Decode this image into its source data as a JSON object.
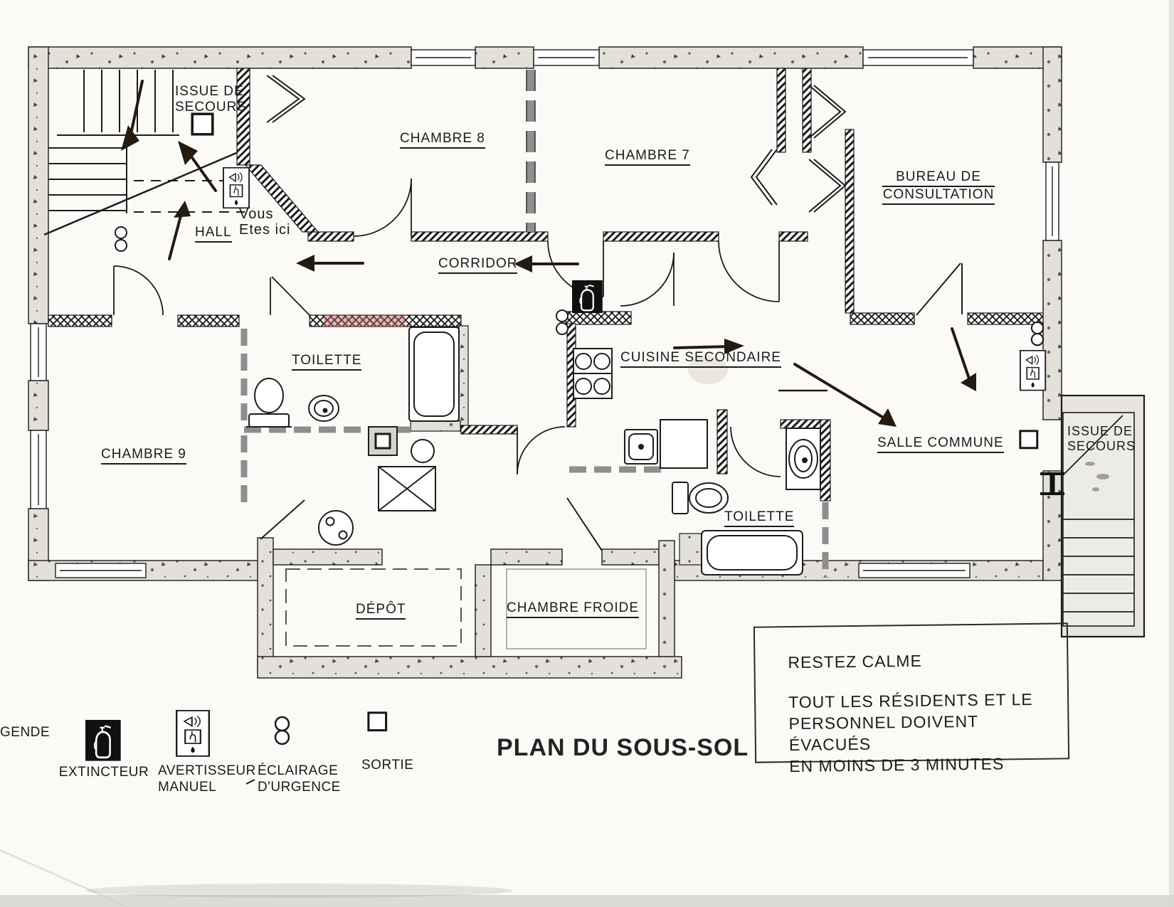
{
  "title": "PLAN DU SOUS-SOL",
  "rooms": {
    "hall": "HALL",
    "chambre8": "CHAMBRE 8",
    "chambre7": "CHAMBRE 7",
    "bureau_l1": "BUREAU DE",
    "bureau_l2": "CONSULTATION",
    "corridor": "CORRIDOR",
    "toilette_nord": "TOILETTE",
    "chambre9": "CHAMBRE 9",
    "cuisine": "CUISINE SECONDAIRE",
    "salle_commune": "SALLE COMMUNE",
    "toilette_sud": "TOILETTE",
    "depot": "DÉPÔT",
    "chambre_froide": "CHAMBRE FROIDE"
  },
  "annotations": {
    "issue_top_l1": "ISSUE DE",
    "issue_top_l2": "SECOURS",
    "issue_right_l1": "ISSUE DE",
    "issue_right_l2": "SECOURS",
    "you_are_here_l1": "Vous",
    "you_are_here_l2": "Etes ici"
  },
  "notice": {
    "line1": "RESTEZ CALME",
    "line2": "TOUT LES RÉSIDENTS ET LE",
    "line3": "PERSONNEL DOIVENT ÉVACUÉS",
    "line4": "EN MOINS DE 3 MINUTES"
  },
  "legend": {
    "heading": "GENDE",
    "extincteur": "EXTINCTEUR",
    "avertisseur_l1": "AVERTISSEUR",
    "avertisseur_l2": "MANUEL",
    "eclairage_l1": "ÉCLAIRAGE",
    "eclairage_l2": "D'URGENCE",
    "sortie": "SORTIE"
  },
  "colors": {
    "paper": "#fbfaf7",
    "wall_concrete": "#e3e0da",
    "ink": "#1c1c1c",
    "arrow": "#241a10",
    "accent_red": "#c4645c"
  }
}
